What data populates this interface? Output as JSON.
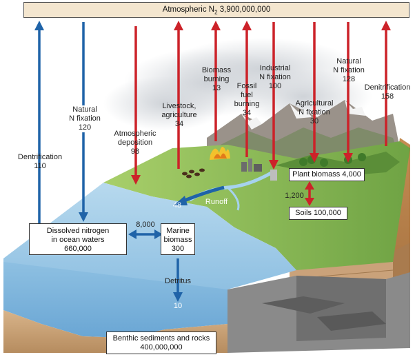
{
  "atmosphere": {
    "prefix": "Atmospheric N",
    "subscript": "2",
    "value": "3,900,000,000"
  },
  "flows": {
    "denitrification_ocean": {
      "name": "Dentrification",
      "value": "110"
    },
    "ocean_fixation": {
      "name": "Natural",
      "name2": "N fixation",
      "value": "120"
    },
    "atmospheric_deposition": {
      "name": "Atmospheric",
      "name2": "deposition",
      "value": "98"
    },
    "livestock": {
      "name": "Livestock,",
      "name2": "agriculture",
      "value": "34"
    },
    "biomass_burning": {
      "name": "Biomass",
      "name2": "burning",
      "value": "13"
    },
    "fossil_fuel": {
      "name": "Fossil",
      "name2": "fuel",
      "name3": "burning",
      "value": "34"
    },
    "industrial_fixation": {
      "name": "Industrial",
      "name2": "N fixation",
      "value": "100"
    },
    "agricultural_fixation": {
      "name": "Agricultural",
      "name2": "N fixation",
      "value": "30"
    },
    "land_fixation": {
      "name": "Natural",
      "name2": "N fixation",
      "value": "128"
    },
    "denitrification_land": {
      "name": "Denitrification",
      "value": "158"
    },
    "runoff": {
      "name": "Runoff",
      "value": "48"
    },
    "ocean_exchange": {
      "value": "8,000"
    },
    "soil_exchange": {
      "value": "1,200"
    },
    "detritus": {
      "name": "Detritus",
      "value": "10"
    }
  },
  "pools": {
    "dissolved": {
      "line1": "Dissolved nitrogen",
      "line2": "in ocean waters",
      "value": "660,000"
    },
    "marine": {
      "line1": "Marine",
      "line2": "biomass",
      "value": "300"
    },
    "plant": {
      "label": "Plant biomass 4,000"
    },
    "soils": {
      "label": "Soils 100,000"
    },
    "benthic": {
      "line1": "Benthic sediments and rocks",
      "value": "400,000,000"
    }
  },
  "colors": {
    "up_arrow_blue": "#1f63a8",
    "down_arrow_red": "#cc2229",
    "ocean": "#9cc8e6",
    "land_green": "#7fb04a"
  }
}
